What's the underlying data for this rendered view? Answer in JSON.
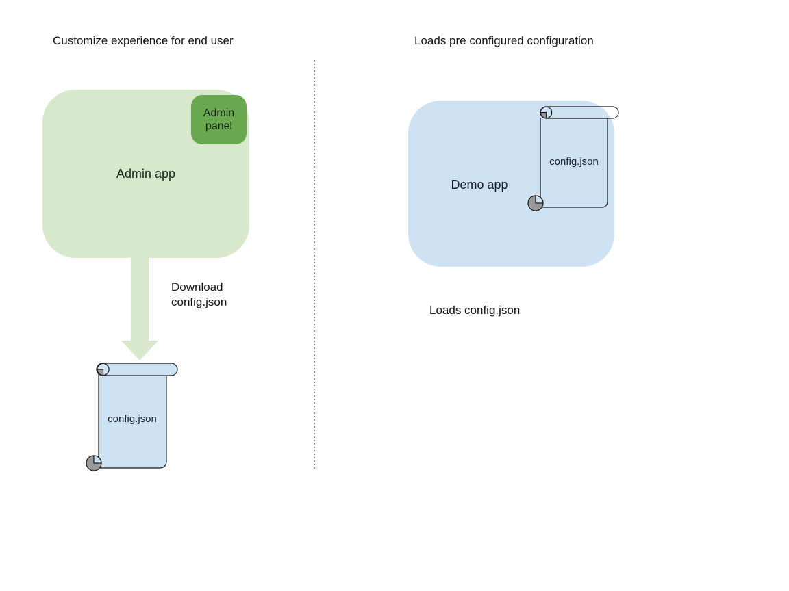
{
  "colors": {
    "light_green": "#d8e8cd",
    "green": "#6aa84f",
    "light_blue": "#cfe2f3",
    "curl_gray": "#9a9a9a",
    "outline": "#1a1a1a",
    "divider_gray": "#8a8a8a",
    "text": "#141414",
    "background": "#ffffff"
  },
  "left_section": {
    "title": "Customize experience for end user",
    "admin_app_label": "Admin app",
    "admin_panel_label": "Admin panel",
    "arrow_label": "Download\nconfig.json",
    "config_file_label": "config.json"
  },
  "right_section": {
    "title": "Loads pre configured configuration",
    "demo_app_label": "Demo app",
    "config_file_label": "config.json",
    "caption": "Loads config.json"
  }
}
